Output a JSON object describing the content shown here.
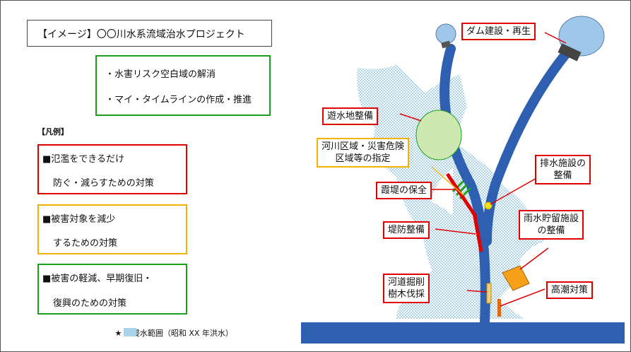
{
  "title": "【イメージ】〇〇川水系流域治水プロジェクト",
  "policy": {
    "line1": "・水害リスク空白域の解消",
    "line2": "・マイ・タイムラインの作成・推進"
  },
  "legend": {
    "heading": "【凡例】",
    "red": {
      "line1": "■氾濫をできるだけ",
      "line2": "防ぐ・減らすための対策",
      "color": "#e00000"
    },
    "yellow": {
      "line1": "■被害対象を減少",
      "line2": "するための対策",
      "color": "#f2b200"
    },
    "green": {
      "line1": "■被害の軽減、早期復旧・",
      "line2": "復興のための対策",
      "color": "#1aa11a"
    }
  },
  "inundation_note": "★ …浸水範囲（昭和 XX 年洪水）",
  "labels": {
    "dam": "ダム建設・再生",
    "retarding_basin": "遊水地整備",
    "river_zone_1": "河川区域・災害危険",
    "river_zone_2": "区域等の指定",
    "drainage_1": "排水施設の",
    "drainage_2": "整備",
    "kasumi_levee": "霞堤の保全",
    "rain_storage_1": "雨水貯留施設",
    "rain_storage_2": "の整備",
    "levee": "堤防整備",
    "dredging_1": "河道掘削",
    "dredging_2": "樹木伐採",
    "storm_surge": "高潮対策"
  },
  "colors": {
    "river": "#2e5fb0",
    "sea": "#2e5fb0",
    "inundation": "#a9d3ea",
    "measure_red": "#e00000",
    "measure_yellow": "#f2b200",
    "measure_green": "#1aa11a",
    "retarding_basin_fill": "#cde8b0",
    "storage_fill": "#f7a11a"
  }
}
